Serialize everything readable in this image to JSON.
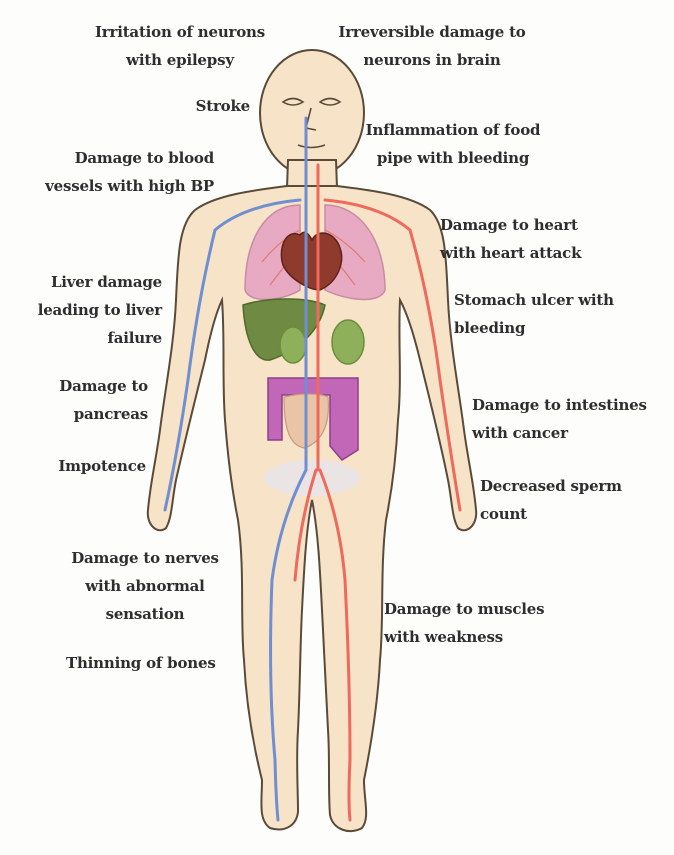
{
  "colors": {
    "skin": "#f7e3c8",
    "outline": "#5a4a3a",
    "artery": "#ee6a5c",
    "vein": "#6f8fd0",
    "lung": "#e8a9c2",
    "heart": "#8e3a2c",
    "liver": "#6f8a42",
    "kidney": "#8fb05a",
    "intestine": "#c266b8",
    "label": "#2e2e2e"
  },
  "labels": {
    "epilepsy": "Irritation of neurons\nwith epilepsy",
    "brain": "Irreversible damage to\nneurons in brain",
    "stroke": "Stroke",
    "food_pipe": "Inflammation of food\npipe with bleeding",
    "blood_vessels": "Damage to blood\nvessels with high BP",
    "heart": "Damage to heart\nwith heart attack",
    "liver": "Liver damage\nleading to liver\nfailure",
    "stomach": "Stomach ulcer with\nbleeding",
    "pancreas": "Damage to\npancreas",
    "intestines": "Damage to intestines\nwith cancer",
    "impotence": "Impotence",
    "sperm": "Decreased sperm\ncount",
    "nerves": "Damage to nerves\nwith abnormal\nsensation",
    "muscles": "Damage to muscles\nwith weakness",
    "bones": "Thinning of bones"
  }
}
